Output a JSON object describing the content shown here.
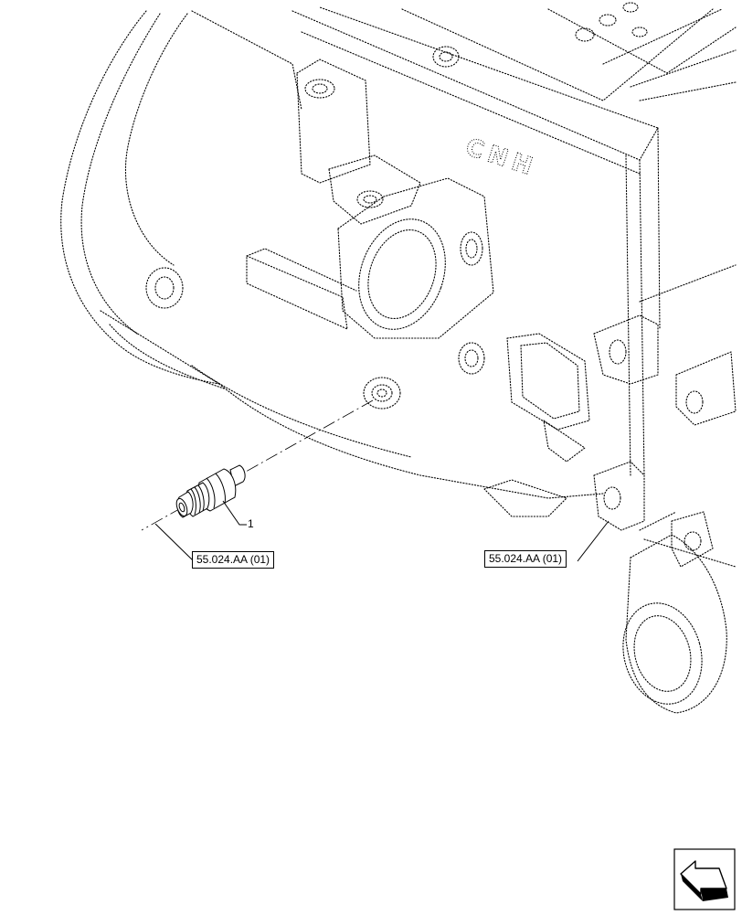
{
  "diagram": {
    "callouts": [
      {
        "id": "1",
        "text": "1"
      }
    ],
    "references": [
      {
        "text": "55.024.AA (01)"
      },
      {
        "text": "55.024.AA (01)"
      }
    ],
    "casting_stamp": "CNH",
    "nav_icon": "return-arrow-icon"
  }
}
